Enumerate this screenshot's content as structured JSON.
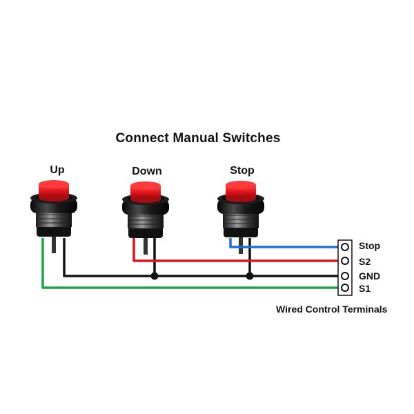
{
  "title": "Connect Manual Switches",
  "switches": [
    {
      "label": "Up"
    },
    {
      "label": "Down"
    },
    {
      "label": "Stop"
    }
  ],
  "terminals": [
    "Stop",
    "S2",
    "GND",
    "S1"
  ],
  "caption": "Wired Control Terminals",
  "colors": {
    "button_cap": "#e0141a",
    "switch_body": "#111111",
    "wire_stop": "#1f6fd6",
    "wire_s2": "#e0141a",
    "wire_gnd": "#111111",
    "wire_s1": "#1aa546"
  }
}
